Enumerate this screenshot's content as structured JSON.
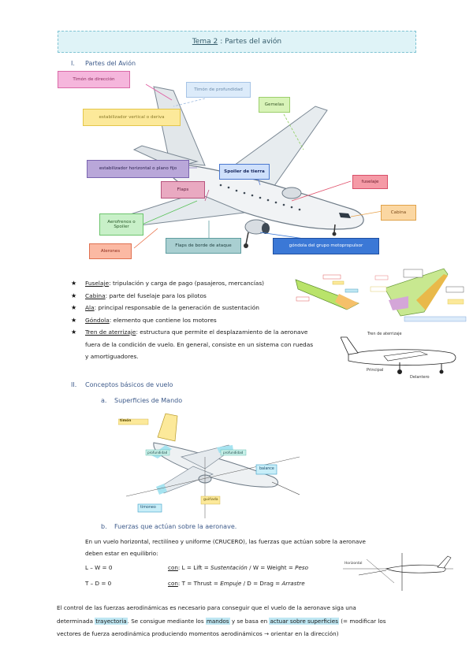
{
  "header": {
    "tema": "Tema 2",
    "title": ": Partes del avión"
  },
  "section1": {
    "number": "I.",
    "title": "Partes del Avión",
    "labels": {
      "timon_direccion": "Timón de dirección",
      "timon_profundidad": "Timón de profundidad",
      "estabilizador_vertical": "estabilizador vertical o deriva",
      "gemelas": "Gemelas",
      "estabilizador_horizontal": "estabilizador horizontal o plano fijo",
      "spoiler": "Spoiler de tierra",
      "fuselaje": "fuselaje",
      "flaps": "Flaps",
      "cabina": "Cabina",
      "aerofrenos": "Aerofrenos o Spoiler",
      "alerones": "Alerones",
      "flaps_borde": "Flaps de borde de ataque",
      "gondola_label": "góndola del grupo motopropulsor"
    },
    "bullets": [
      {
        "term": "Fuselaje",
        "text": ": tripulación y carga de pago (pasajeros, mercancías)"
      },
      {
        "term": "Cabina",
        "text": ": parte del fuselaje para los pilotos"
      },
      {
        "term": "Ala",
        "text": ": principal responsable de la generación de sustentación"
      },
      {
        "term": "Góndola",
        "text": ": elemento que contiene los motores"
      },
      {
        "term": "Tren de aterrizaje",
        "text": ": estructura que permite el desplazamiento de la aeronave"
      }
    ],
    "tren_line2": "fuera de la condición de vuelo. En general, consiste en un sistema con ruedas",
    "tren_line3": "y amortiguadores.",
    "tren_figure": {
      "title": "Tren de aterrizaje",
      "principal": "Principal",
      "delantero": "Delantero"
    }
  },
  "section2": {
    "number": "II.",
    "title": "Conceptos básicos de vuelo",
    "sub_a": {
      "letter": "a.",
      "title": "Superficies de Mando"
    },
    "mando_labels": {
      "timon": "timón",
      "profundidad": "profundidad",
      "balance": "balance",
      "timoneo": "timoneo",
      "guinada": "guiñada"
    },
    "sub_b": {
      "letter": "b.",
      "title": "Fuerzas que actúan sobre la aeronave."
    },
    "para1": "En un vuelo horizontal, rectilíneo y uniforme (CRUCERO), las fuerzas que actúan sobre la aeronave",
    "para1b": "deben estar en equilibrio:",
    "eq1": {
      "lhs": "L – W = 0",
      "con": "con",
      "rhs_a": ": L = Lift = ",
      "lift": "Sustentación",
      "rhs_b": " / W = Weight = ",
      "weight": "Peso"
    },
    "eq2": {
      "lhs": "T – D = 0",
      "con": "con",
      "rhs_a": ": T = Thrust = ",
      "thrust": "Empuje",
      "rhs_b": " / D = Drag = ",
      "drag": "Arrastre"
    },
    "horizontal": "Horizontal",
    "final": {
      "p1a": "El control de las fuerzas aerodinámicas es necesario para conseguir que el vuelo de la aeronave siga una",
      "p2a": "determinada ",
      "trayectoria": "trayectoria",
      "p2b": ". Se consigue mediante los ",
      "mandos": "mandos",
      "p2c": " y se basa en ",
      "actuar": "actuar sobre superficies",
      "p2d": " (= modificar los",
      "p3": "vectores de fuerza aerodinámica produciendo momentos aerodinámicos → orientar en la dirección)"
    }
  },
  "colors": {
    "title_bg": "#dff3f7",
    "timon_direccion": "#f5b6dc",
    "timon_profundidad": "#dcebfa",
    "estabilizador_vertical": "#fce99a",
    "gemelas": "#d8f3b8",
    "estab_horizontal": "#b9a7d9",
    "spoiler": "#cfe0fb",
    "fuselaje": "#f59aa6",
    "flaps": "#e9a9c1",
    "cabina": "#fbd7a2",
    "aerofrenos": "#c8f0c8",
    "alerones": "#fbb9a3",
    "flaps_borde": "#a9cfd1",
    "gondola": "#3b78d6",
    "highlight": "#bfe7f3"
  }
}
